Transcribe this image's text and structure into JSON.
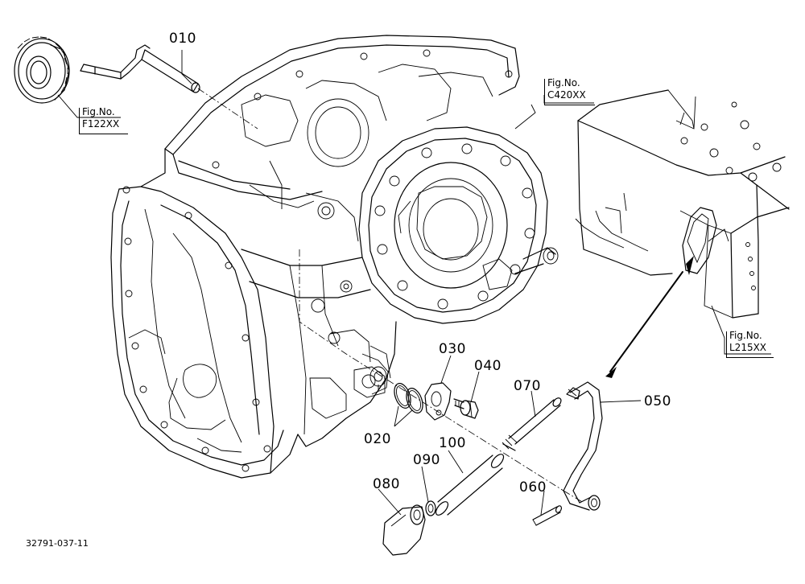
{
  "part_labels": [
    "010",
    "020",
    "030",
    "040",
    "050",
    "060",
    "070",
    "080",
    "090",
    "100"
  ],
  "figure_refs": [
    {
      "prefix": "Fig.No.",
      "code": "F122XX"
    },
    {
      "prefix": "Fig.No.",
      "code": "C420XX"
    },
    {
      "prefix": "Fig.No.",
      "code": "L215XX"
    }
  ],
  "drawing_id": "32791-037-11"
}
